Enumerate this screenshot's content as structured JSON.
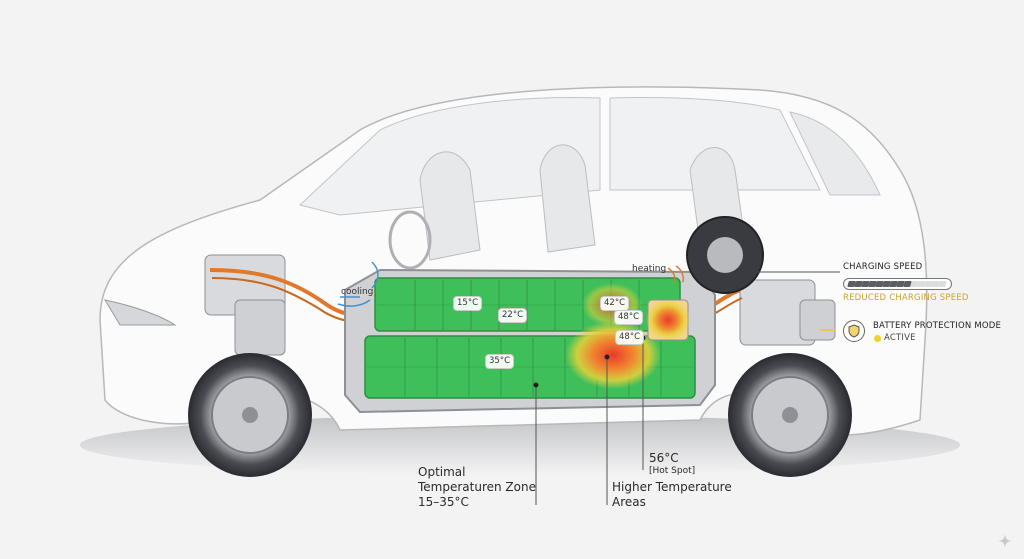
{
  "diagram": {
    "subject": "Electric vehicle battery thermal management cutaway",
    "colors": {
      "optimal_green": "#3fbf5a",
      "warm_yellow": "#e8d23a",
      "hot_red": "#e83a2a",
      "pipe_orange": "#e07a2a",
      "accent_gold": "#c9a232"
    },
    "flow_labels": {
      "cooling": "cooling",
      "heating": "heating"
    },
    "cell_temperatures": [
      {
        "id": "t1",
        "value": "15°C"
      },
      {
        "id": "t2",
        "value": "22°C"
      },
      {
        "id": "t3",
        "value": "42°C"
      },
      {
        "id": "t4",
        "value": "48°C"
      },
      {
        "id": "t5",
        "value": "48°C"
      },
      {
        "id": "t6",
        "value": "35°C"
      }
    ],
    "callouts": {
      "optimal_line1": "Optimal",
      "optimal_line2": "Temperaturen Zone",
      "optimal_line3": "15–35°C",
      "higher_line1": "Higher Temperature",
      "higher_line2": "Areas",
      "hotspot_value": "56°C",
      "hotspot_label": "[Hot Spot]"
    },
    "hud": {
      "charging_speed_title": "CHARGING SPEED",
      "charging_speed_status": "REDUCED CHARGING SPEED",
      "charging_filled_segments": 9,
      "charging_total_segments": 15,
      "protection_title": "BATTERY PROTECTION MODE",
      "protection_status": "ACTIVE"
    }
  }
}
